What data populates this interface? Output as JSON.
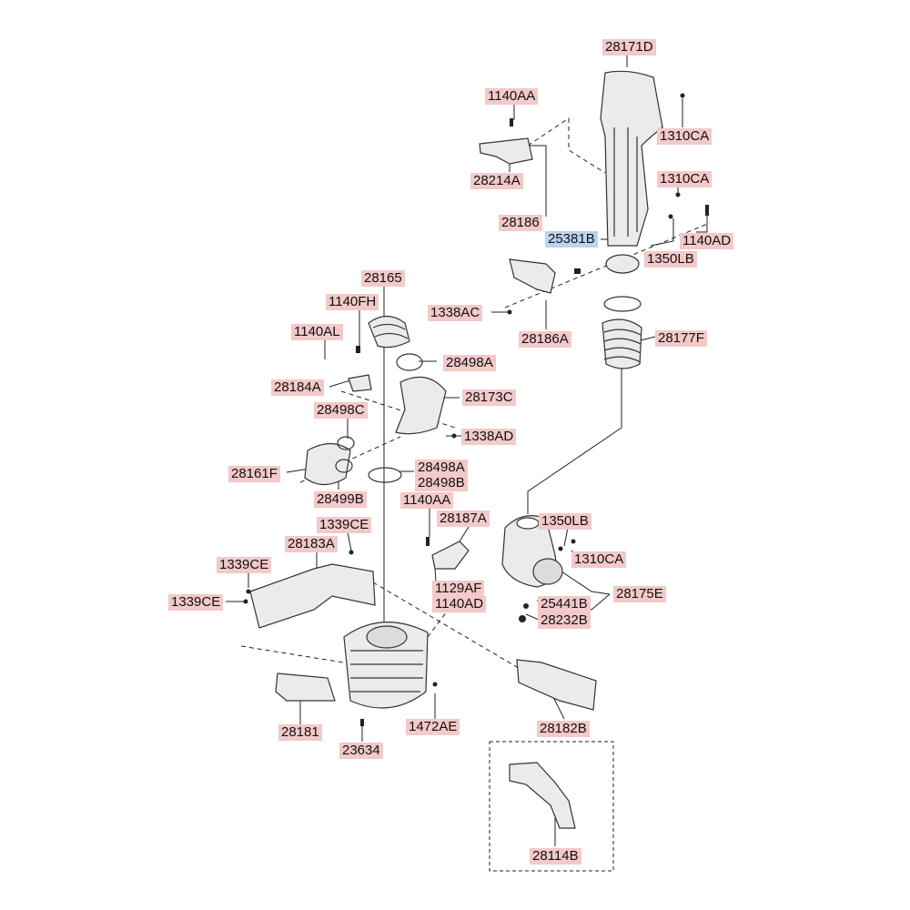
{
  "colors": {
    "label_bg": "#f3c9c9",
    "label_highlight_bg": "#bcd3f2",
    "line": "#222222",
    "part_fill": "#ebebeb",
    "part_stroke": "#333333"
  },
  "parts": [
    {
      "id": "28171D",
      "label": "28171D",
      "highlighted": false
    },
    {
      "id": "1140AA-top",
      "label": "1140AA",
      "highlighted": false
    },
    {
      "id": "1310CA-top",
      "label": "1310CA",
      "highlighted": false
    },
    {
      "id": "1310CA-mid",
      "label": "1310CA",
      "highlighted": false
    },
    {
      "id": "28214A",
      "label": "28214A",
      "highlighted": false
    },
    {
      "id": "28186",
      "label": "28186",
      "highlighted": false
    },
    {
      "id": "25381B",
      "label": "25381B",
      "highlighted": true
    },
    {
      "id": "1140AD-top",
      "label": "1140AD",
      "highlighted": false
    },
    {
      "id": "1350LB-top",
      "label": "1350LB",
      "highlighted": false
    },
    {
      "id": "28165",
      "label": "28165",
      "highlighted": false
    },
    {
      "id": "1140FH",
      "label": "1140FH",
      "highlighted": false
    },
    {
      "id": "1338AC",
      "label": "1338AC",
      "highlighted": false
    },
    {
      "id": "28186A",
      "label": "28186A",
      "highlighted": false
    },
    {
      "id": "1140AL",
      "label": "1140AL",
      "highlighted": false
    },
    {
      "id": "28177F",
      "label": "28177F",
      "highlighted": false
    },
    {
      "id": "28498A-top",
      "label": "28498A",
      "highlighted": false
    },
    {
      "id": "28184A",
      "label": "28184A",
      "highlighted": false
    },
    {
      "id": "28173C",
      "label": "28173C",
      "highlighted": false
    },
    {
      "id": "28498C",
      "label": "28498C",
      "highlighted": false
    },
    {
      "id": "1338AD",
      "label": "1338AD",
      "highlighted": false
    },
    {
      "id": "28161F",
      "label": "28161F",
      "highlighted": false
    },
    {
      "id": "28498A-mid",
      "label": "28498A",
      "highlighted": false
    },
    {
      "id": "28498B",
      "label": "28498B",
      "highlighted": false
    },
    {
      "id": "28499B",
      "label": "28499B",
      "highlighted": false
    },
    {
      "id": "1140AA-mid",
      "label": "1140AA",
      "highlighted": false
    },
    {
      "id": "1339CE-top",
      "label": "1339CE",
      "highlighted": false
    },
    {
      "id": "28187A",
      "label": "28187A",
      "highlighted": false
    },
    {
      "id": "1350LB-low",
      "label": "1350LB",
      "highlighted": false
    },
    {
      "id": "28183A",
      "label": "28183A",
      "highlighted": false
    },
    {
      "id": "1310CA-low",
      "label": "1310CA",
      "highlighted": false
    },
    {
      "id": "1339CE-mid",
      "label": "1339CE",
      "highlighted": false
    },
    {
      "id": "1129AF",
      "label": "1129AF",
      "highlighted": false
    },
    {
      "id": "28175E",
      "label": "28175E",
      "highlighted": false
    },
    {
      "id": "1339CE-low",
      "label": "1339CE",
      "highlighted": false
    },
    {
      "id": "1140AD-low",
      "label": "1140AD",
      "highlighted": false
    },
    {
      "id": "25441B",
      "label": "25441B",
      "highlighted": false
    },
    {
      "id": "28232B",
      "label": "28232B",
      "highlighted": false
    },
    {
      "id": "28181",
      "label": "28181",
      "highlighted": false
    },
    {
      "id": "1472AE",
      "label": "1472AE",
      "highlighted": false
    },
    {
      "id": "28182B",
      "label": "28182B",
      "highlighted": false
    },
    {
      "id": "23634",
      "label": "23634",
      "highlighted": false
    },
    {
      "id": "28114B",
      "label": "28114B",
      "highlighted": false
    }
  ]
}
